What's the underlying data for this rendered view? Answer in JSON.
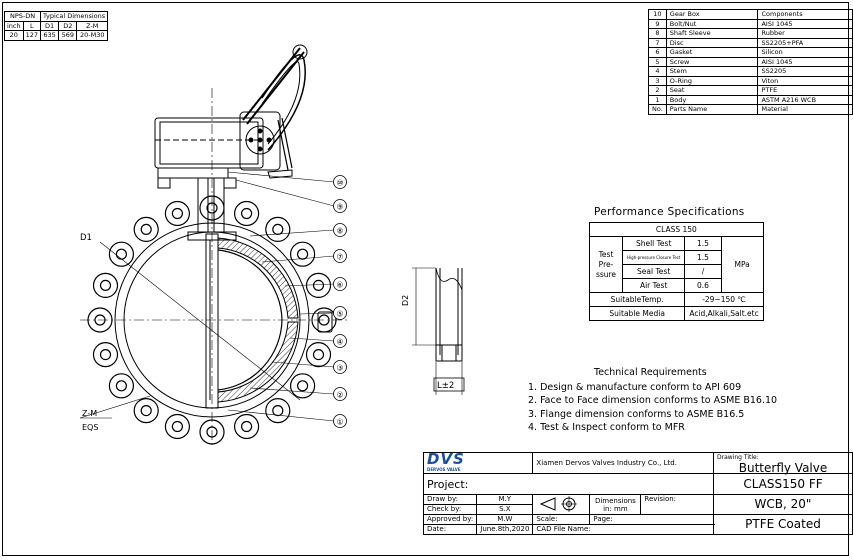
{
  "dims_table": {
    "header_top": [
      "NPS-DN",
      "Typical Dimensions"
    ],
    "header": [
      "inch",
      "L",
      "D1",
      "D2",
      "Z-M"
    ],
    "rows": [
      [
        "20",
        "127",
        "635",
        "569",
        "20-M30"
      ]
    ]
  },
  "parts_table": {
    "rows": [
      [
        "10",
        "Gear Box",
        "Components"
      ],
      [
        "9",
        "Bolt/Nut",
        "AISI 1045"
      ],
      [
        "8",
        "Shaft Sleeve",
        "Rubber"
      ],
      [
        "7",
        "Disc",
        "SS2205+PFA"
      ],
      [
        "6",
        "Gasket",
        "Silicon"
      ],
      [
        "5",
        "Screw",
        "AISI 1045"
      ],
      [
        "4",
        "Stem",
        "SS2205"
      ],
      [
        "3",
        "O-Ring",
        "Viton"
      ],
      [
        "2",
        "Seat",
        "PTFE"
      ],
      [
        "1",
        "Body",
        "ASTM A216 WCB"
      ]
    ],
    "header": [
      "No.",
      "Parts Name",
      "Material"
    ]
  },
  "performance": {
    "title": "Performance Specifications",
    "class": "CLASS 150",
    "test_pressure_label": "Test Pre- ssure",
    "unit": "MPa",
    "tests": [
      {
        "name": "Shell Test",
        "value": "1.5"
      },
      {
        "name": "High-pressure Closure Test",
        "value": "1.5"
      },
      {
        "name": "Seal Test",
        "value": "/"
      },
      {
        "name": "Air Test",
        "value": "0.6"
      }
    ],
    "temp_label": "SuitableTemp.",
    "temp_value": "-29~150 ℃",
    "media_label": "Suitable Media",
    "media_value": "Acid,Alkali,Salt.etc"
  },
  "technical": {
    "title": "Technical Requirements",
    "items": [
      "1. Design & manufacture conform to API 609",
      "2. Face to Face dimension conforms to ASME B16.10",
      "3. Flange dimension conforms to ASME B16.5",
      "4. Test & Inspect conform to MFR"
    ]
  },
  "drawing": {
    "callouts": [
      "⑩",
      "⑨",
      "⑧",
      "⑦",
      "⑥",
      "⑤",
      "④",
      "③",
      "②",
      "①"
    ],
    "label_d1": "D1",
    "label_zm": "Z-M",
    "label_eqs": "EQS",
    "label_d2": "D2",
    "label_l": "L±2"
  },
  "title_block": {
    "logo": "DVS",
    "logo_sub": "DERVOS VALVE",
    "company": "Xiamen Dervos Valves Industry Co., Ltd.",
    "drawing_title_label": "Drawing Title:",
    "drawing_title": "Butterfly Valve",
    "project_label": "Project:",
    "class_text": "CLASS150 FF",
    "draw_by_label": "Draw by:",
    "draw_by": "M.Y",
    "check_by_label": "Check by:",
    "check_by": "S.X",
    "approved_by_label": "Approved by:",
    "approved_by": "M.W",
    "date_label": "Date:",
    "date": "June.8th,2020",
    "dimensions_label": "Dimensions in: mm",
    "revision_label": "Revision:",
    "scale_label": "Scale:",
    "page_label": "Page:",
    "cad_label": "CAD File Name:",
    "material_text": "WCB, 20\"",
    "coating_text": "PTFE Coated"
  }
}
